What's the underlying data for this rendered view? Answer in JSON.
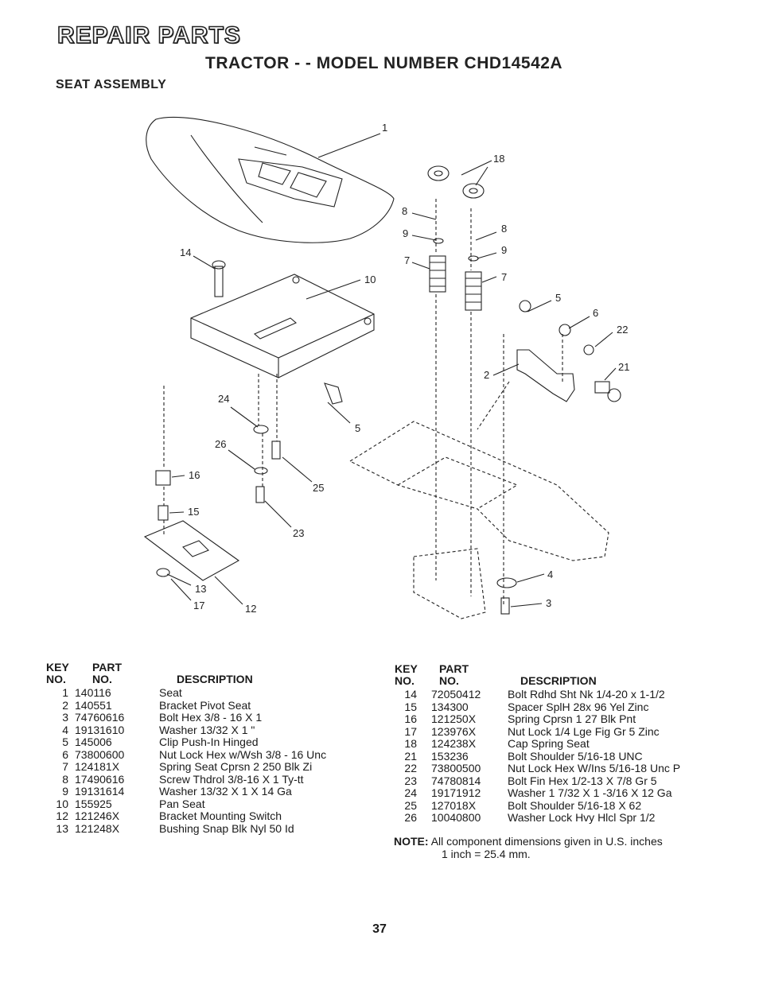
{
  "header": {
    "title": "REPAIR PARTS",
    "subtitle": "TRACTOR - - MODEL NUMBER CHD14542A",
    "section": "SEAT ASSEMBLY"
  },
  "diagram_labels": {
    "l1": "1",
    "l18": "18",
    "l8a": "8",
    "l9a": "9",
    "l7a": "7",
    "l8b": "8",
    "l9b": "9",
    "l7b": "7",
    "l14": "14",
    "l10": "10",
    "l5a": "5",
    "l6": "6",
    "l22": "22",
    "l2": "2",
    "l21": "21",
    "l24": "24",
    "l5b": "5",
    "l26": "26",
    "l16": "16",
    "l25": "25",
    "l15": "15",
    "l23": "23",
    "l13": "13",
    "l17": "17",
    "l12": "12",
    "l4": "4",
    "l3": "3"
  },
  "table_headers": {
    "key": "KEY",
    "no": "NO.",
    "part": "PART",
    "part_no": "NO.",
    "description": "DESCRIPTION"
  },
  "parts_left": [
    {
      "key": "1",
      "part": "140116",
      "desc": "Seat"
    },
    {
      "key": "2",
      "part": "140551",
      "desc": "Bracket Pivot Seat"
    },
    {
      "key": "3",
      "part": "74760616",
      "desc": "Bolt Hex 3/8 - 16 X 1"
    },
    {
      "key": "4",
      "part": "19131610",
      "desc": "Washer 13/32 X 1 \""
    },
    {
      "key": "5",
      "part": "145006",
      "desc": "Clip Push-In Hinged"
    },
    {
      "key": "6",
      "part": "73800600",
      "desc": "Nut Lock Hex w/Wsh 3/8 - 16 Unc"
    },
    {
      "key": "7",
      "part": "124181X",
      "desc": "Spring Seat Cprsn 2 250 Blk Zi"
    },
    {
      "key": "8",
      "part": "17490616",
      "desc": "Screw Thdrol 3/8-16 X 1 Ty-tt"
    },
    {
      "key": "9",
      "part": "19131614",
      "desc": "Washer 13/32 X 1 X 14 Ga"
    },
    {
      "key": "10",
      "part": "155925",
      "desc": "Pan Seat"
    },
    {
      "key": "12",
      "part": "121246X",
      "desc": "Bracket Mounting Switch"
    },
    {
      "key": "13",
      "part": "121248X",
      "desc": "Bushing Snap Blk Nyl 50 Id"
    }
  ],
  "parts_right": [
    {
      "key": "14",
      "part": "72050412",
      "desc": "Bolt Rdhd Sht Nk 1/4-20 x 1-1/2"
    },
    {
      "key": "15",
      "part": "134300",
      "desc": "Spacer SplH 28x 96 Yel Zinc"
    },
    {
      "key": "16",
      "part": "121250X",
      "desc": "Spring Cprsn 1 27 Blk Pnt"
    },
    {
      "key": "17",
      "part": "123976X",
      "desc": "Nut Lock 1/4 Lge Fig Gr 5 Zinc"
    },
    {
      "key": "18",
      "part": "124238X",
      "desc": "Cap Spring Seat"
    },
    {
      "key": "21",
      "part": "153236",
      "desc": "Bolt Shoulder 5/16-18 UNC"
    },
    {
      "key": "22",
      "part": "73800500",
      "desc": "Nut Lock Hex W/Ins 5/16-18 Unc P"
    },
    {
      "key": "23",
      "part": "74780814",
      "desc": "Bolt Fin Hex 1/2-13 X 7/8 Gr 5"
    },
    {
      "key": "24",
      "part": "19171912",
      "desc": "Washer 1 7/32 X 1 -3/16 X 12 Ga"
    },
    {
      "key": "25",
      "part": "127018X",
      "desc": "Bolt Shoulder 5/16-18 X 62"
    },
    {
      "key": "26",
      "part": "10040800",
      "desc": "Washer Lock Hvy Hlcl Spr 1/2"
    }
  ],
  "note": {
    "label": "NOTE:",
    "line1": "All component dimensions given in U.S. inches",
    "line2": "1 inch = 25.4 mm."
  },
  "page_number": "37"
}
